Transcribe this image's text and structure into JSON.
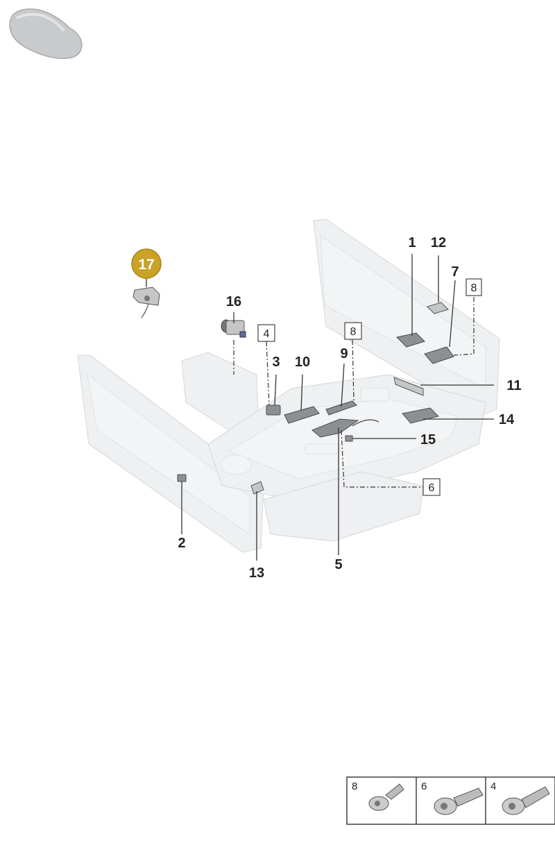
{
  "callouts": {
    "c1": "1",
    "c2": "2",
    "c3": "3",
    "c5": "5",
    "c7": "7",
    "c9": "9",
    "c10": "10",
    "c11": "11",
    "c12": "12",
    "c13": "13",
    "c14": "14",
    "c15": "15",
    "c16": "16",
    "c17": "17"
  },
  "boxed_refs": {
    "b4": "4",
    "b6": "6",
    "b8a": "8",
    "b8b": "8"
  },
  "legend": {
    "cells": [
      "8",
      "6",
      "4"
    ]
  },
  "colors": {
    "highlight_badge": "#c9a227",
    "ghost_fill": "#eef0f1",
    "part_fill": "#8d8f92"
  }
}
